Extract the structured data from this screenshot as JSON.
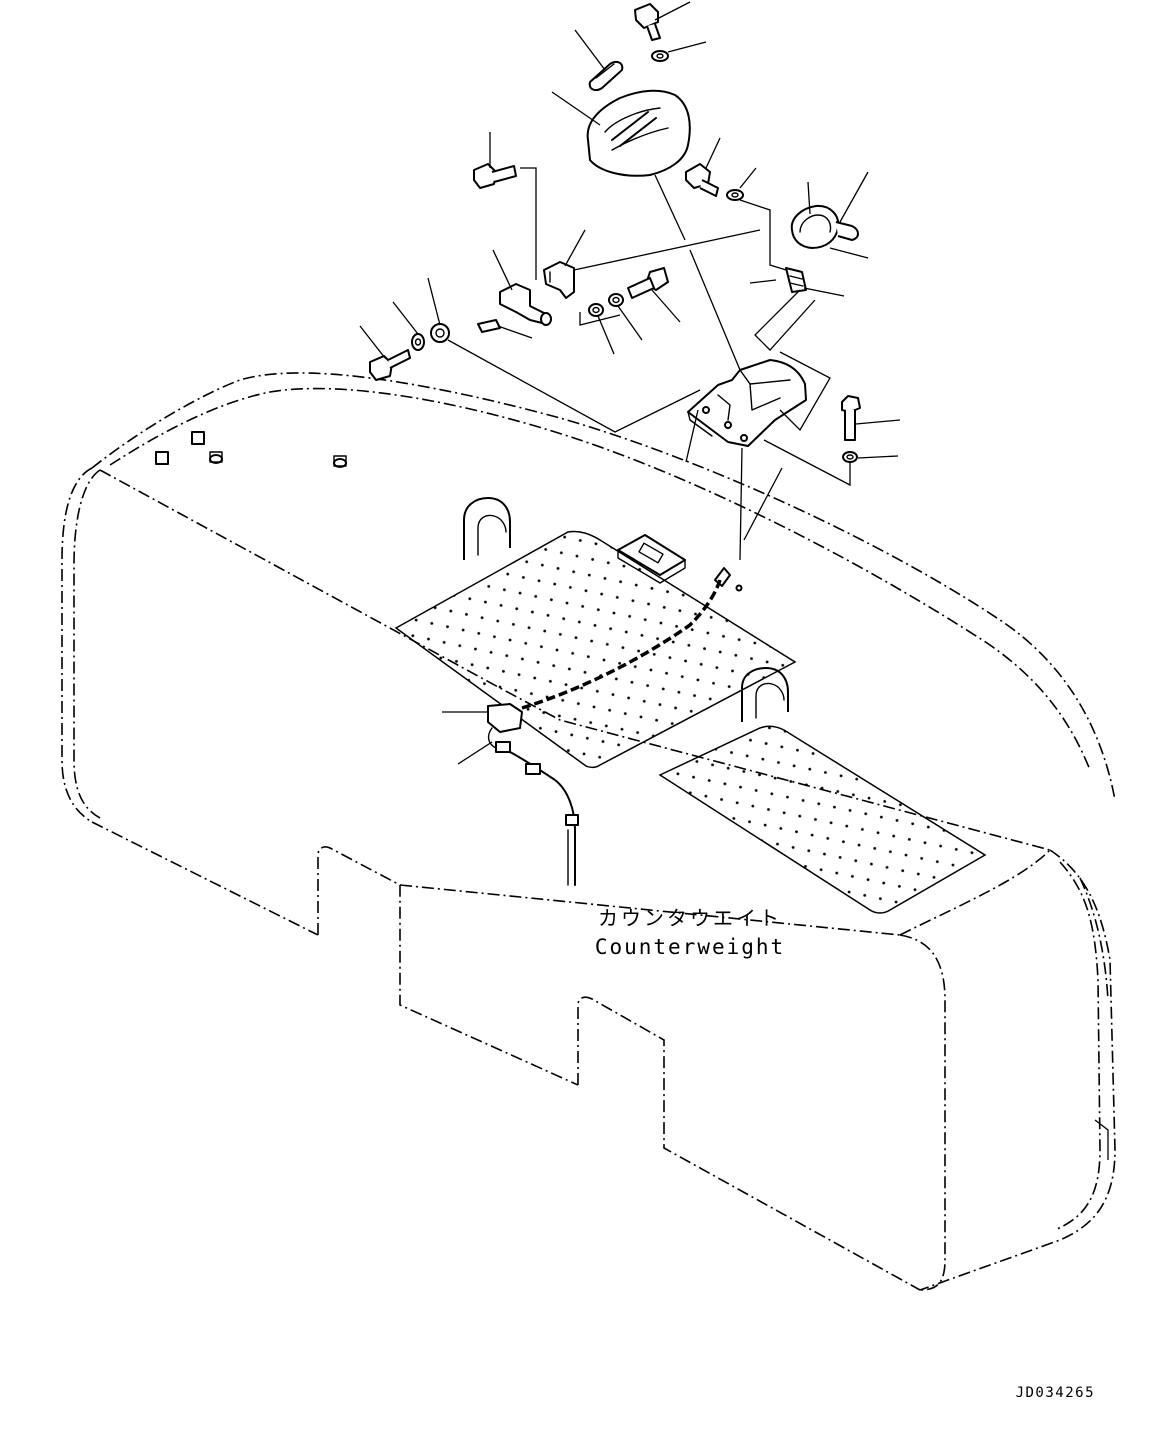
{
  "diagram": {
    "label_japanese": "カウンタウエイト",
    "label_english": "Counterweight",
    "drawing_number": "JD034265"
  }
}
